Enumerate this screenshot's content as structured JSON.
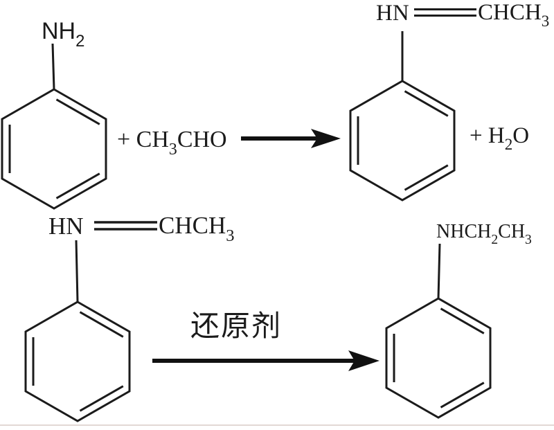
{
  "page": {
    "background_color": "#ffffff",
    "ink_color": "#1b1b1b",
    "description_labels": {
      "reducing_agent": "还原剂"
    }
  },
  "reaction1": {
    "aniline_substituent": {
      "base": "NH",
      "sub": "2"
    },
    "plus_acetaldehyde": {
      "p1": "+ CH",
      "s1": "3",
      "p2": "CHO"
    },
    "imine_hn": "HN",
    "imine_chch3": {
      "p1": "CHCH",
      "s1": "3"
    },
    "plus_water": {
      "p1": "+ H",
      "s1": "2",
      "p2": "O"
    }
  },
  "reaction2": {
    "imine_hn": "HN",
    "imine_chch3": {
      "p1": "CHCH",
      "s1": "3"
    },
    "arrow_label": "还原剂",
    "product_substituent": {
      "p1": "NHCH",
      "s1": "2",
      "p2": "CH",
      "s2": "3"
    }
  }
}
